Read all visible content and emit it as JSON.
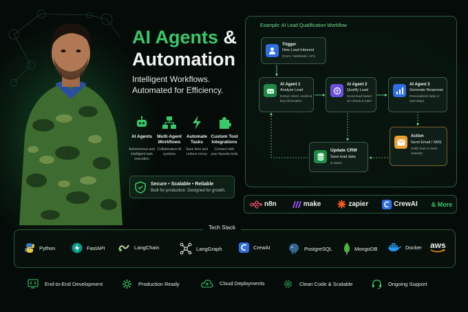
{
  "headline": {
    "title_green": "AI Agents",
    "title_amp": " &",
    "title_line2": "Automation",
    "subtitle_line1": "Intelligent Workflows.",
    "subtitle_line2": "Automated for Efficiency."
  },
  "features": [
    {
      "title": "AI Agents",
      "desc": "Autonomous and intelligent task execution",
      "icon": "robot-icon"
    },
    {
      "title": "Multi-Agent Workflows",
      "desc": "Collaborative AI systems",
      "icon": "workflow-icon"
    },
    {
      "title": "Automate Tasks",
      "desc": "Save time and reduce errors",
      "icon": "lightning-icon"
    },
    {
      "title": "Custom Tool Integrations",
      "desc": "Connect with your favorite tools",
      "icon": "puzzle-icon"
    }
  ],
  "secure": {
    "title": "Secure  •  Scalable  •  Reliable",
    "desc": "Built for production. Designed for growth."
  },
  "workflow": {
    "title": "Example: AI Lead Qualification Workflow",
    "trigger": {
      "title": "Trigger",
      "subtitle": "New Lead Inbound",
      "desc": "(Form / Webhook / API)"
    },
    "agent1": {
      "title": "AI Agent 1",
      "subtitle": "Analyze Lead",
      "desc": "Extract intent, needs & key information"
    },
    "agent2": {
      "title": "AI Agent 2",
      "subtitle": "Qualify Lead",
      "desc": "Score lead based on criteria & rules"
    },
    "agent3": {
      "title": "AI Agent 3",
      "subtitle": "Generate Response",
      "desc": "Personalized reply or next steps"
    },
    "action": {
      "title": "Action",
      "subtitle": "Send Email / SMS",
      "desc": "Notify lead or team instantly"
    },
    "crm": {
      "title": "Update CRM",
      "subtitle": "Save lead data",
      "desc": "& status"
    }
  },
  "tools": [
    {
      "label": "n8n",
      "icon": "n8n-icon"
    },
    {
      "label": "make",
      "icon": "make-icon"
    },
    {
      "label": "zapier",
      "icon": "zapier-icon"
    },
    {
      "label": "CrewAI",
      "icon": "crewai-icon"
    },
    {
      "label": "& More",
      "icon": ""
    }
  ],
  "tech_stack": {
    "title": "Tech Stack",
    "items": [
      {
        "label": "Python",
        "icon": "python-icon"
      },
      {
        "label": "FastAPI",
        "icon": "fastapi-icon"
      },
      {
        "label": "LangChain",
        "icon": "langchain-icon"
      },
      {
        "label": "LangGraph",
        "icon": "langgraph-icon"
      },
      {
        "label": "CrewAI",
        "icon": "crewai-icon"
      },
      {
        "label": "PostgreSQL",
        "icon": "postgresql-icon"
      },
      {
        "label": "MongoDB",
        "icon": "mongodb-icon"
      },
      {
        "label": "Docker",
        "icon": "docker-icon"
      },
      {
        "label": "aws",
        "icon": "aws-logo"
      }
    ]
  },
  "bottom": [
    {
      "label": "End-to-End Development",
      "icon": "code-icon"
    },
    {
      "label": "Production Ready",
      "icon": "gear-icon"
    },
    {
      "label": "Cloud Deployments",
      "icon": "cloud-icon"
    },
    {
      "label": "Clean Code & Scalable",
      "icon": "settings-icon"
    },
    {
      "label": "Ongoing Support",
      "icon": "headset-icon"
    }
  ],
  "colors": {
    "accent": "#39c86a",
    "background": "#050b08",
    "border": "#2d5a3d",
    "agent_purple": "#6b4fd8",
    "agent_blue": "#2f6fe0",
    "action_orange": "#e8a030"
  }
}
